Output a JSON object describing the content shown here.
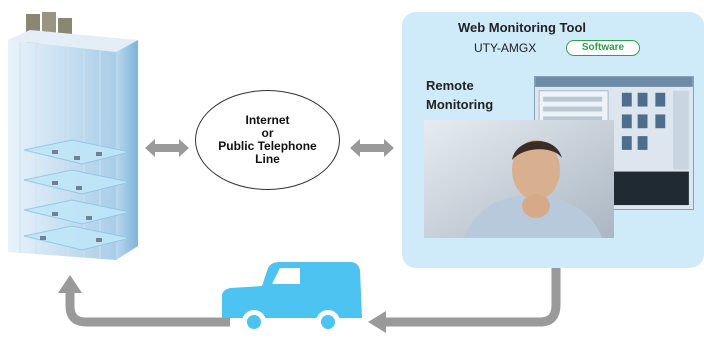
{
  "network": {
    "line1": "Internet",
    "line2": "or",
    "line3": "Public Telephone",
    "line4": "Line"
  },
  "tool": {
    "title": "Web Monitoring Tool",
    "model": "UTY-AMGX",
    "badge": "Software",
    "remote_line1": "Remote",
    "remote_line2": "Monitoring"
  },
  "colors": {
    "panel": "#cfeaf8",
    "arrow_gray": "#9a9a9a",
    "van": "#4cc3f0",
    "badge_green": "#2aa14a"
  },
  "icons": [
    "building-icon",
    "van-icon",
    "person-photo",
    "monitor-screen"
  ]
}
